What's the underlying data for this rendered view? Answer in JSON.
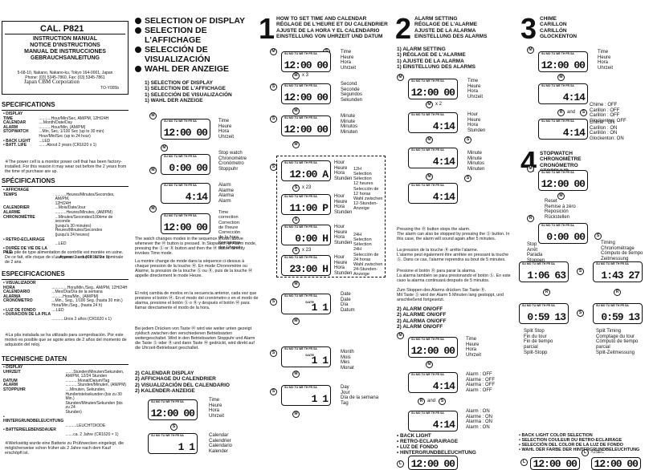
{
  "header": {
    "model": "CAL. P821",
    "titles": "INSTRUCTION MANUAL\nNOTICE D'INSTRUCTIONS\nMANUAL DE INSTRUCCIONES\nGEBRAUCHSANLEITUNG",
    "address": "5-68-10, Nakano, Nakano-ku, Tokyo 164-0001, Japan\nPhone: (03) 5345-7860, Fax: (03) 5345-7861",
    "brand": "Japan CBM Corporation",
    "doc_code": "TO-Y005b"
  },
  "specs_en": {
    "title": "SPECIFICATIONS",
    "rows": [
      [
        "• DISPLAY",
        ""
      ],
      [
        "TIME",
        "...........Hour/Min/Sec, AM/PM, 12H/24H"
      ],
      [
        "CALENDAR",
        "....Month/Date/Day"
      ],
      [
        "ALARM",
        "...........Hour/Min, (AM/PM)"
      ],
      [
        "STOPWATCH",
        "...Min, Sec, 1/100 Sec (up to 30 min)\nHour/Min/Sec (up to 24 hour)"
      ],
      [
        "• BACK LIGHT",
        "...LED"
      ],
      [
        "• BATT. LIFE",
        ".......About 2 years (CR1620 x 1)"
      ]
    ],
    "note": "※The power cell is a monitor power cell that has been factory-installed. For this reason it may wear out before the 2 years from the time of purchase are up."
  },
  "specs_fr": {
    "title": "SPÉCIFICATIONS",
    "rows": [
      [
        "• AFFICHAGE",
        ""
      ],
      [
        "TEMPS",
        "..........Heures/Minutes/Secondes, AM/PM,\n12H/24H"
      ],
      [
        "CALENDRIER",
        "...Mois/Date/Jour"
      ],
      [
        "ALARME",
        "..........Heures/Minutes, (AM/PM)"
      ],
      [
        "CHRONOMÈTRE",
        "...Minutes/Secondes/100ème de seconde\n(jusqu'à 30 minutes)\nHeures/Minutes/Secondes\n(jusqu'à 24 heures)"
      ],
      [
        "• RETRO-ECLAIRAGE",
        ""
      ],
      [
        "",
        "...LED"
      ],
      [
        "• DURÉE DE VIE DE LA PILE",
        ""
      ],
      [
        "",
        "....Approx. 2 ans (CR1620 x 1)"
      ]
    ],
    "note": "※La pile de type alimentation de contrôle est montée en usine. De ce fait, elle risque de s'user avant sa durée de vie nominale de 2 ans."
  },
  "specs_es": {
    "title": "ESPECIFICACIONES",
    "rows": [
      [
        "• VISUALIZADOR",
        ""
      ],
      [
        "HORA",
        "..............Hora/Min./Seg., AM/PM, 12H/24H"
      ],
      [
        "CALENDARIO",
        "...Mes/Día/Día de la semana"
      ],
      [
        "ALARMA",
        "..........Hora/Min., (AM/PM)"
      ],
      [
        "CRONÓMETRO",
        "...Min., Seg., 1/100 Seg. (hasta 30 min.)\nHora/Min./Seg., (hasta 24 h)"
      ],
      [
        "• LUZ DE FONDO",
        "....LED"
      ],
      [
        "• DURACIÓN DE LA PILA",
        ""
      ],
      [
        "",
        "...........Unos 2 años (CR1620 x 1)"
      ]
    ],
    "note": "※La pila instalada se ha utilizado para comprobación. Por este motivo es posible que se agote antes de 2 años del momento de adquisión del reloj."
  },
  "specs_de": {
    "title": "TECHNISCHE DATEN",
    "rows": [
      [
        "• DISPLAY",
        ""
      ],
      [
        "UHRZEIT",
        ".......Stunden/Minuten/Sekunden,\nAM/PM, 12/24 Stunden"
      ],
      [
        "DATUM",
        "...........Monat/Datum/Tag"
      ],
      [
        "ALARM",
        "...........Stunden/Minuten, (AM/PM)"
      ],
      [
        "STOPPUHR",
        "....Minuten, Sekunden,\nHundertstelsekunden (bis zu 30 Min.)\nStunden/Minuten/Sekunden (bis zu 24\nStunden)"
      ],
      [
        "• HINTERGRUNDBELEUCHTUNG",
        ""
      ],
      [
        "",
        "..........LEUCHTDIODE"
      ],
      [
        "• BATTERIELEBENSDAUER",
        ""
      ],
      [
        "",
        ".......ca. 2 Jahre (CR1620 × 1)"
      ]
    ],
    "note": "※Werkseitig wurde eine Batterie zu Prüfzwecken eingelegt, die möglicherweise schon früher als 2 Jahre nach dem Kauf erschöpft ist."
  },
  "col2": {
    "title": "SELECTION OF DISPLAY\nSELECTION DE\nL'AFFICHAGE\nSELECCIÓN DE\nVISUALIZACIÓN\nWAHL DER ANZEIGE",
    "sub1": "1) SELECTION OF DISPLAY\n1) SELECTION DE L'AFFICHAGE\n1) SELECCIÓN DE VISUALIZACIÓN\n1) WAHL DER ANZEIGE",
    "lbl_time": "Time\nHeure\nHora\nUhrzeit",
    "lbl_stop": "Stop watch\nChronomètre\nCronómetro\nStoppuhr",
    "lbl_alarm": "Alarm\nAlarme\nAlarma\nAlarm",
    "lbl_corr": "Time\ncorrection\nCorrection\nde l'heure\nCorrección\nde la hora\nKorrigieren\nder Uhrzeit",
    "lcd_time": "12:00 00",
    "lcd_stop": "0:00 00",
    "lcd_alarm": "4:14",
    "lcd_corr": "12:00 00",
    "body_en": "The watch changes modes in the sequence shown above whenever the Ⓜ button is pressed. In Stopwatch or Alarm mode, pressing the Ⓢ or Ⓡ button and then the Ⓜ button directly invokes Time mode.",
    "body_fr": "La montre change de mode dans la séquence ci-dessus à chaque pression de la touche Ⓜ. En mode Chronomètre ou Alarme, la pression de la touche Ⓢ ou Ⓡ, puis de la touche Ⓜ appelle directement le mode Heure.",
    "body_es": "El reloj cambia de modos en la secuencia anterior, cada vez que presione el botón Ⓜ. En el modo del cronómetro o en el modo de alarma, presione el botón Ⓢ o Ⓡ y después el botón Ⓜ para llamar directamente el modo de la hora.",
    "body_de": "Bei jedem Drücken von Taste Ⓜ wird wie weiter unten gezeigt zyklisch zwischen den verschiedenen Betriebsarten weitergeschaltet. Wird in den Betriebsarten Stoppuhr und Alarm die Taste Ⓢ oder Ⓡ und dann Taste Ⓜ gedrückt, wird direkt auf die Uhrzeit-Betriebsart geschaltet.",
    "sub2": "2) CALENDAR DISPLAY\n2) AFFICHAGE DU CALENDRIER\n2) VISUALIZACIÓN DEL CALENDARIO\n2) KALENDER-ANZEIGE",
    "lbl_time2": "Time\nHeure\nHora\nUhrzeit",
    "lbl_cal": "Calendar\nCalendrier\nCalendario\nKalender",
    "lcd_cal": "1   1"
  },
  "col3": {
    "num": "1",
    "title": "HOW TO SET TIME AND CALENDAR\nRÉGLAGE DE L'HEURE ET DU CALENDRIER\nAJUSTE DE LA HORA Y EL CALENDARIO\nEINSTELLUNG VON UHRZEIT UND DATUM",
    "lbl_time": "Time\nHeure\nHora\nUhrzeit",
    "m_x3": "x 3",
    "lbl_sec": "Second\nSeconde\nSegundos\nSekunden",
    "lbl_min": "Minute\nMinute\nMinutos\nMinuten",
    "lbl_hour": "Hour\nHeure\nHora\nStunden",
    "lbl_12h": "12H\nSelection\nSélection\n12 heures\nSelección de\n12 horas\nWahl zwischen\n12-Stunden-\nAnzeige",
    "lbl_24h": "24H\nSelection\nSélection\n24H\nSelección de\n24 horas\nWahl zwischen\n24-Stunden-\nAnzeige",
    "x23": "x 23",
    "lbl_date": "Date\nDate\nDía\nDatum",
    "lbl_month": "Month\nMois\nMes\nMonat",
    "lbl_day": "Day\nJour\nDía de la semana\nTag",
    "date_tag": "DATE",
    "lcd_time": "12:00 00",
    "lcd_sec": "12:00 00",
    "lcd_min": "12:00 00",
    "lcd_h1": "12:00 A",
    "lcd_h2": "11:00 P",
    "lcd_h3": "0:00 H",
    "lcd_h4": "23:00 H",
    "lcd_d1": "1   1",
    "lcd_d2": "1   1",
    "lcd_d3": "1   1"
  },
  "col4": {
    "num": "2",
    "title": "ALARM SETTING\nRÉGLAGE DE L'ALARME\nAJUSTE DE LA ALARMA\nEINSTELLUNG DES ALARMS",
    "sub1": "1) ALARM SETTING\n1) RÉGLAGE DE L'ALARME\n1) AJUSTE DE LA ALARMA\n1) EINSTELLUNG DES ALARMS",
    "lbl_time": "Time\nHeure\nHora\nUhrzeit",
    "m_x2": "x 2",
    "lbl_hour": "Hour\nHeure\nHora\nStunden",
    "lbl_min": "Minute\nMinute\nMinutos\nMinuten",
    "lcd_time": "12:00 00",
    "lcd_a1": "4:14",
    "lcd_a2": "4:14",
    "lcd_a3": "4:14",
    "txt_en": "Pressing the Ⓡ button stops the alarm.\nThe alarm can also be stopped by pressing the Ⓢ button. In this case, the alarm will sound again after 5 minutes.",
    "txt_fr": "La pression de la touche Ⓡ arrête l'alarme.\nL'alarme peut également être arrêtée en pressant la touche Ⓢ. Dans ce cas, l'alarme reprendra au bout de 5 minutes.",
    "txt_es": "Presione el botón Ⓡ para parar la alarma.\nLa alarma también se para presionando el botón Ⓢ. En este caso la alarma continuará después de 5 minutos.",
    "txt_de": "Zum Stoppen des Alarms drücken Sie Taste Ⓡ.\nMit Taste Ⓢ wird der Alarm 5 Minuten lang gestoppt, und anschließend fortgesetzt.",
    "sub2": "2) ALARM ON/OFF\n2) ALARME ON/OFF\n2) ALARMA ON/OFF\n2) ALARM ON/OFF",
    "lbl_time2": "Time\nHeure\nHora\nUhrzeit",
    "off_lines": "Alarm : OFF\nAlarme : OFF\nAlarma : OFF\nAlarm : OFF",
    "on_lines": "Alarm : ON\nAlarme : ON\nAlarma : ON\nAlarm : ON",
    "and": "and"
  },
  "col5": {
    "num": "3",
    "title": "CHIME\nCARILLON\nCARILLÓN\nGLOCKENTON",
    "lbl_time": "Time\nHeure\nHora\nUhrzeit",
    "off_lines": "Chime : OFF\nCarillon : OFF\nCarillón : OFF\nGlockenton: OFF",
    "on_lines": "Chime : ON\nCarillon : ON\nCarillón : ON\nGlockenton: ON",
    "and": "and",
    "lcd_time": "12:00 00",
    "lcd_c1": "4:14",
    "lcd_c2": "4:14",
    "num2": "4",
    "title2": "STOPWATCH\nCHRONOMÈTRE\nCRONÓMETRO\nSTOPPUHR",
    "lbl_reset": "Reset\nRemise à zéro\nReposición\nRückstellen",
    "lbl_stop": "Stop\nArrêt\nParada\nStoppen",
    "lbl_timing": "Timing\nChronométrage\nCómputo de tiempo\nZeitmessung",
    "lbl_split": "Split Stop\nFin du tour\nFin de tiempo\nparcial\nSplit-Stopp",
    "lbl_split_timing": "Split Timing\nComptage du tour\nCómputo de tiempo\nparcial\nSplit-Zeitmessung",
    "lcd_time2": "12:00 00",
    "lcd_reset": "0:00 00",
    "lcd_s1": "1:06 63",
    "lcd_s2": "1:43 27",
    "lcd_s3": "0:59 13",
    "lcd_s4": "0:59 13"
  },
  "bottom": {
    "back_light": "• BACK LIGHT\n• RETRO-ECLAIRAIRAGE\n• LUZ DE FONDO\n• HINTERGRUNDBELEUCHTUNG",
    "color_sel": "• BACK LIGHT COLOR SELECTION\n• SELECTION COULEUR DU RETRO-ECLAIRAGE\n• SELECCIÓN DEL COLOR DE LA LUZ DE FONDO\n• WAHL DER FARBE DER HINTERGRUNDBELEUCHTUNG",
    "sec2": "<2SEC",
    "lcd_bl1": "12:00 00",
    "lcd_bl2": "12:00 00",
    "lcd_bl3": "12:00 00"
  },
  "buttons": {
    "m": "M",
    "s": "S",
    "r": "R",
    "l": "L"
  },
  "lcd_days": "SU MO TU WE TH FR SA"
}
